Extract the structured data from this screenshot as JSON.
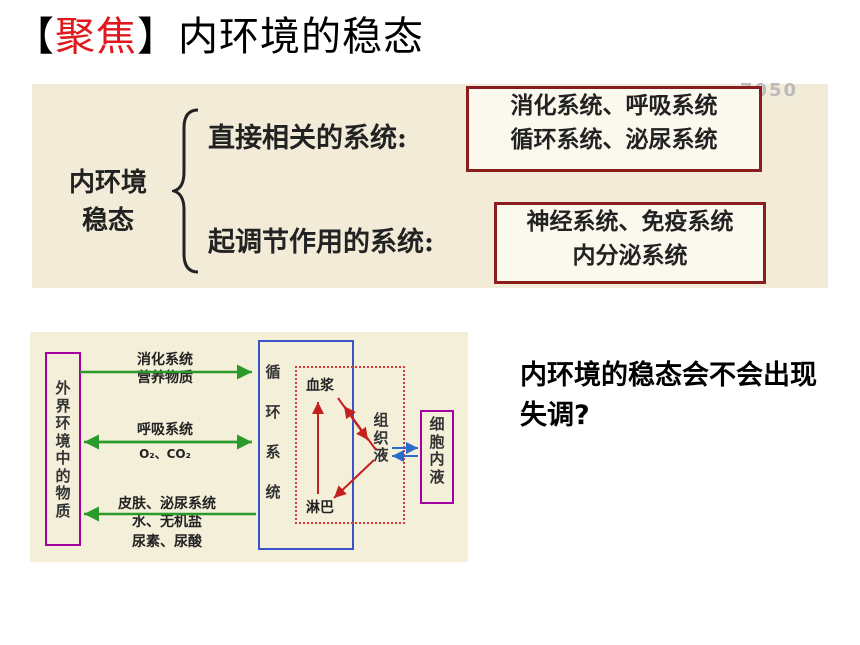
{
  "title": {
    "bracket_open": "【",
    "highlight": "聚焦",
    "bracket_close": "】",
    "text": "内环境的稳态"
  },
  "panel1": {
    "watermark": "7050",
    "main_label_line1": "内环境",
    "main_label_line2": "稳态",
    "direct_label": "直接相关的系统:",
    "direct_box_line1": "消化系统、呼吸系统",
    "direct_box_line2": "循环系统、泌尿系统",
    "regulate_label": "起调节作用的系统:",
    "regulate_box_line1": "神经系统、免疫系统",
    "regulate_box_line2": "内分泌系统"
  },
  "diagram": {
    "external": "外界环境中的物质",
    "digestive": "消化系统",
    "nutrients": "营养物质",
    "respiratory": "呼吸系统",
    "gases": "O₂、CO₂",
    "skin_urinary": "皮肤、泌尿系统",
    "water_salt": "水、无机盐",
    "urea": "尿素、尿酸",
    "circulation": "循环系统",
    "plasma": "血浆",
    "tissue_fluid": "组织液",
    "lymph": "淋巴",
    "intracellular": "细胞内液",
    "colors": {
      "green_arrow": "#2a9a2a",
      "red_arrow": "#c42020",
      "blue_arrow": "#2a6cc9",
      "purple_box": "#a400a4",
      "blue_box": "#3b52c9"
    }
  },
  "question": "内环境的稳态会不会出现失调?"
}
